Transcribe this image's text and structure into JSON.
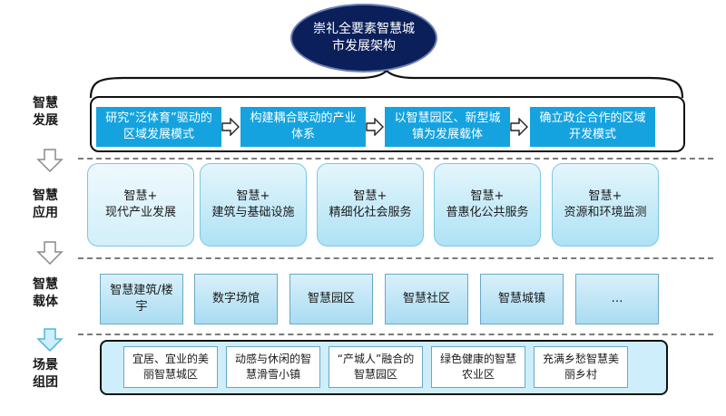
{
  "title": "崇礼全要素智慧城市发展架构",
  "row_labels": {
    "development": "智慧\n发展",
    "application": "智慧\n应用",
    "carrier": "智慧\n载体",
    "scene": "场景\n组团"
  },
  "development_steps": [
    "研究“泛体育”驱动的区域发展模式",
    "构建耦合联动的产业体系",
    "以智慧园区、新型城镇为发展载体",
    "确立政企合作的区域开发模式"
  ],
  "applications": [
    {
      "prefix": "智慧+",
      "name": "现代产业发展"
    },
    {
      "prefix": "智慧+",
      "name": "建筑与基础设施"
    },
    {
      "prefix": "智慧+",
      "name": "精细化社会服务"
    },
    {
      "prefix": "智慧+",
      "name": "普惠化公共服务"
    },
    {
      "prefix": "智慧+",
      "name": "资源和环境监测"
    }
  ],
  "carriers": [
    "智慧建筑/楼宇",
    "数字场馆",
    "智慧园区",
    "智慧社区",
    "智慧城镇",
    "…"
  ],
  "scenes": [
    "宜居、宜业的美丽智慧城区",
    "动感与休闲的智慧滑雪小镇",
    "“产城人”融合的智慧园区",
    "绿色健康的智慧农业区",
    "充满乡愁智慧美丽乡村"
  ],
  "colors": {
    "title_fill": "#0b1f5a",
    "step_fill": "#15a3df",
    "app_fill": "#aee2f5",
    "scene_frame_fill": "#cdeefa"
  }
}
